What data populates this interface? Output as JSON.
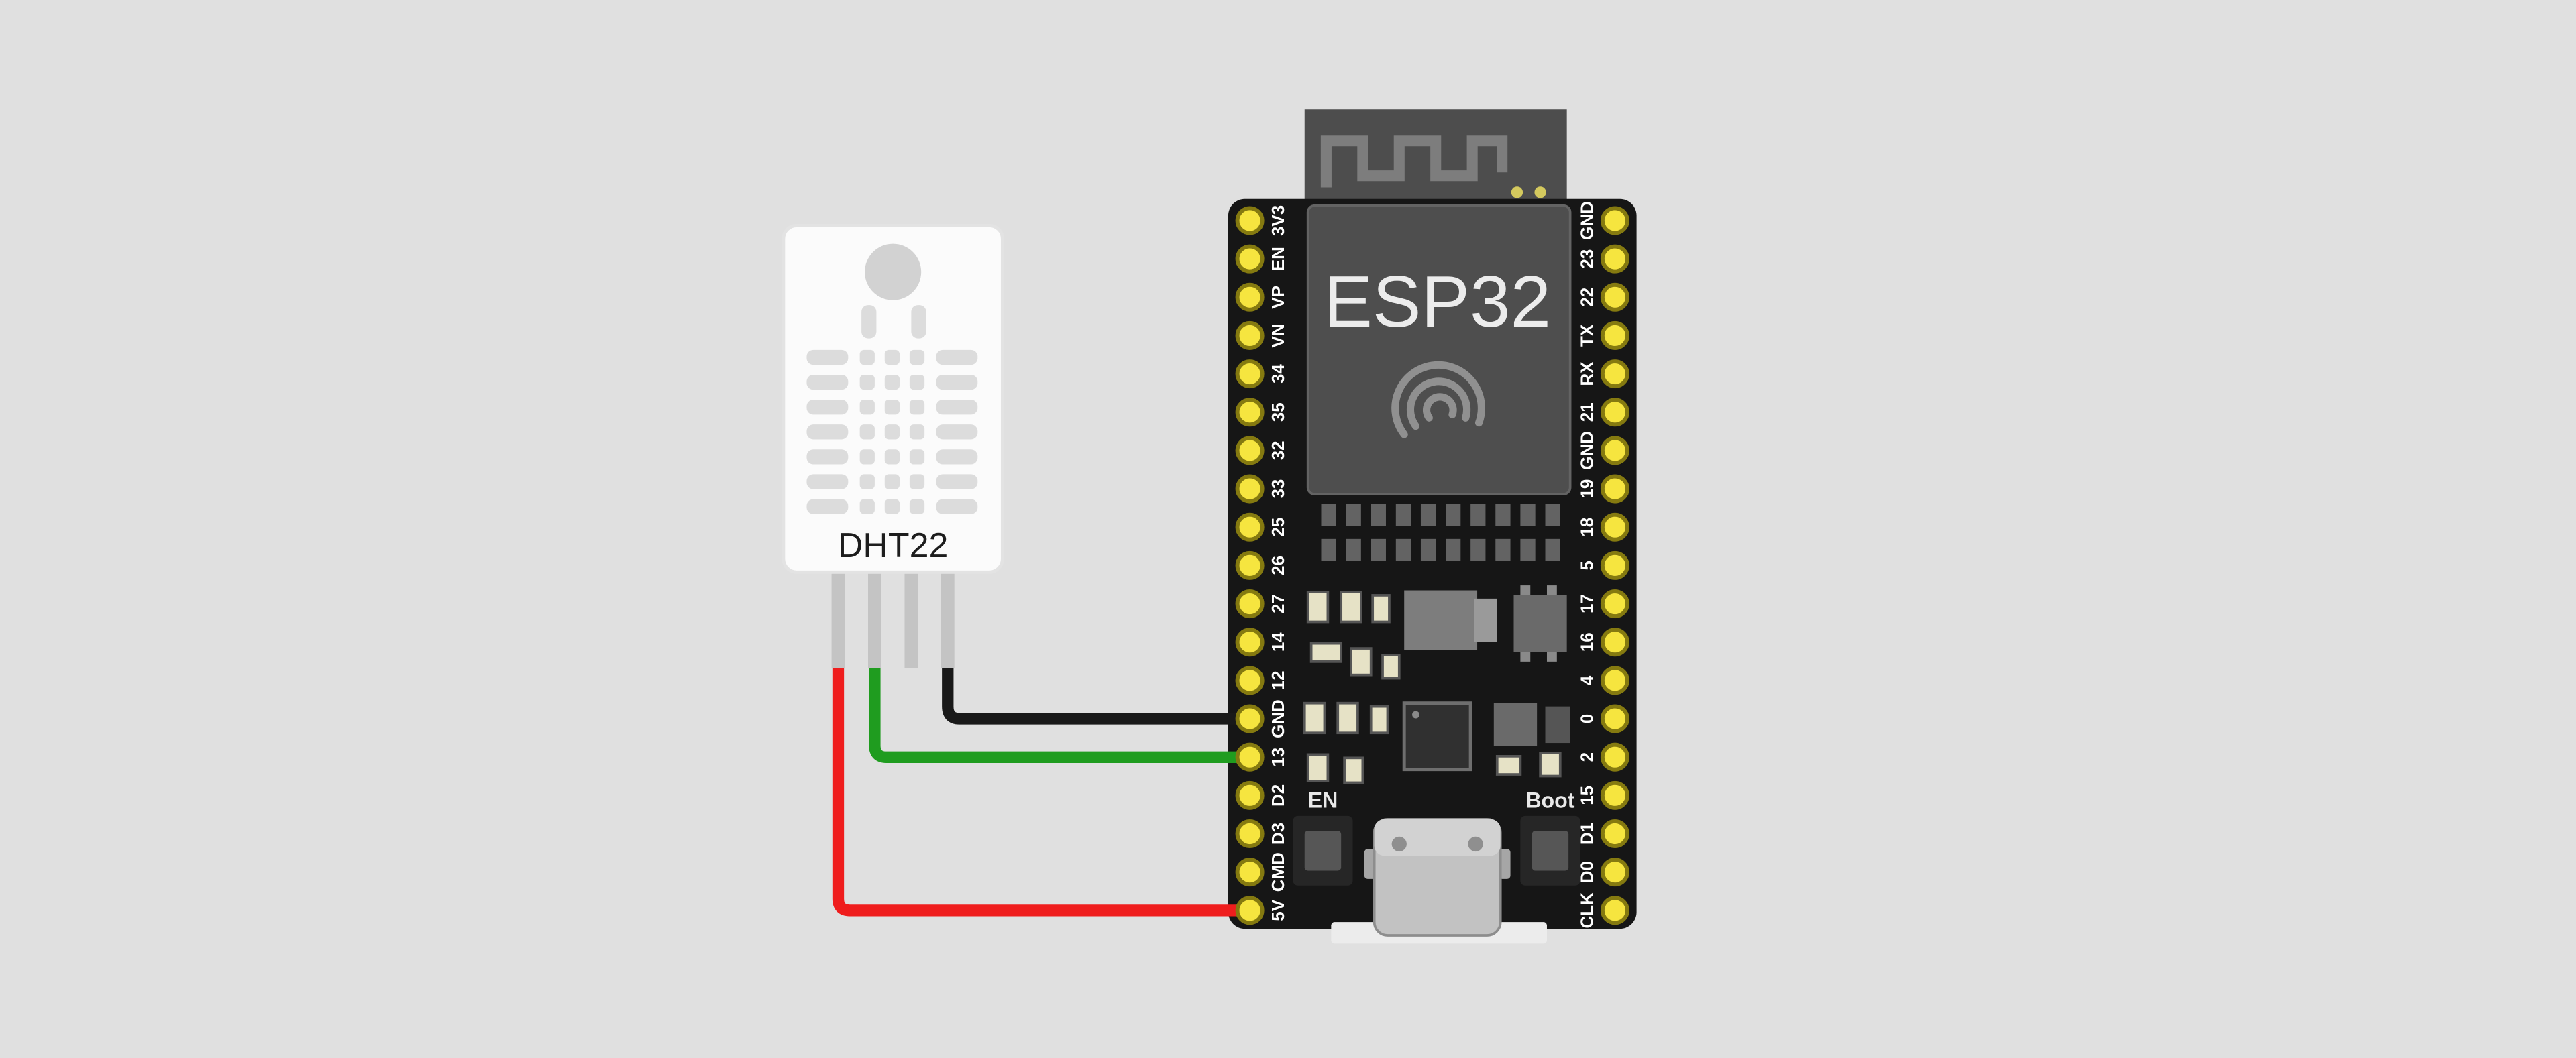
{
  "canvas": {
    "background_color": "#e0e0e0"
  },
  "dht22": {
    "label": "DHT22",
    "body_color": "#fbfbfb",
    "pin_count": 4
  },
  "esp32": {
    "module_label": "ESP32",
    "en_button_label": "EN",
    "boot_button_label": "Boot",
    "board_color": "#161616",
    "module_color": "#4e4e4e",
    "pin_hole_color": "#f6e53f",
    "left_pins": [
      "3V3",
      "EN",
      "VP",
      "VN",
      "34",
      "35",
      "32",
      "33",
      "25",
      "26",
      "27",
      "14",
      "12",
      "GND",
      "13",
      "D2",
      "D3",
      "CMD",
      "5V"
    ],
    "right_pins": [
      "GND",
      "23",
      "22",
      "TX",
      "RX",
      "21",
      "GND",
      "19",
      "18",
      "5",
      "17",
      "16",
      "4",
      "0",
      "2",
      "15",
      "D1",
      "D0",
      "CLK"
    ]
  },
  "wires": [
    {
      "name": "red-wire",
      "color": "#ef1d1d",
      "to_pin": "5V"
    },
    {
      "name": "green-wire",
      "color": "#1f9c1f",
      "to_pin": "13"
    },
    {
      "name": "black-wire",
      "color": "#191919",
      "to_pin": "GND"
    }
  ]
}
